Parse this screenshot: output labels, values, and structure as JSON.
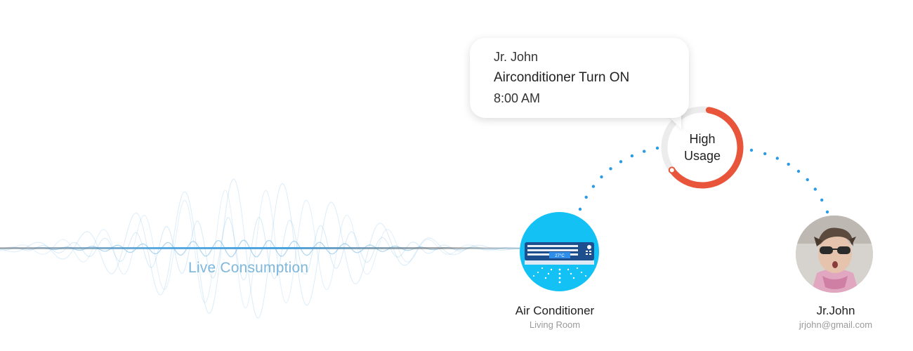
{
  "live_consumption": {
    "label": "Live Consumption",
    "wave_color": "#4aa3df"
  },
  "notification": {
    "user": "Jr. John",
    "action": "Airconditioner Turn ON",
    "time": "8:00 AM"
  },
  "usage_meter": {
    "label_line1": "High",
    "label_line2": "Usage",
    "level_fraction": 0.62,
    "active_color": "#e8553a",
    "track_color": "#ececec"
  },
  "connector": {
    "dot_color": "#2b9be6"
  },
  "device": {
    "name": "Air Conditioner",
    "room": "Living Room",
    "display_value": "27°C",
    "icon": "air-conditioner-icon",
    "circle_color": "#14c1f5"
  },
  "user": {
    "name": "Jr.John",
    "email": "jrjohn@gmail.com",
    "avatar": "user-avatar-photo"
  }
}
